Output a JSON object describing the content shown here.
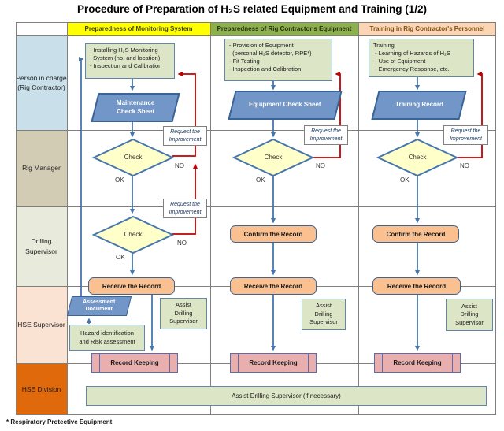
{
  "title": "Procedure of Preparation of H₂S related Equipment and Training (1/2)",
  "footnote": "* Respiratory Protective Equipment",
  "headers": {
    "col1": "Preparedness of Monitoring System",
    "col2": "Preparedness of Rig Contractor's Equipment",
    "col3": "Training in Rig Contractor's Personnel"
  },
  "roles": {
    "r1": "Person in charge\n(Rig Contractor)",
    "r2": "Rig Manager",
    "r3": "Drilling Supervisor",
    "r4": "HSE Supervisor",
    "r5": "HSE Division"
  },
  "labels": {
    "check": "Check",
    "no": "NO",
    "ok": "OK",
    "request": "Request the\nImprovement",
    "receive": "Receive the Record",
    "confirm": "Confirm the Record",
    "record_keeping": "Record Keeping",
    "assist": "Assist\nDrilling\nSupervisor",
    "assist_wide": "Assist Drilling Supervisor (if necessary)"
  },
  "lanes": {
    "monitoring": {
      "task": "- Installing H₂S Monitoring\n  System (no. and location)\n- Inspection and Calibration",
      "doc": "Maintenance\nCheck Sheet",
      "assessment_doc": "Assessment\nDocument",
      "hazard": "Hazard identification\nand Risk assessment"
    },
    "equipment": {
      "task": "- Provision of Equipment\n  (personal H₂S detector, RPE*)\n- Fit Testing\n- Inspection and Calibration",
      "doc": "Equipment Check Sheet"
    },
    "training": {
      "task": "Training\n - Learning of Hazards of H₂S\n - Use of Equipment\n - Emergency Response, etc.",
      "doc": "Training Record"
    }
  },
  "colors": {
    "header_col1": "#FFFF00",
    "header_col2": "#8DB04E",
    "header_col3": "#FBD5B5",
    "role_r1": "#C9E0EB",
    "role_r2": "#D2CCB4",
    "role_r3": "#E8EBDC",
    "role_r4": "#FAE3D3",
    "role_r5": "#E0690B",
    "flow_blue": "#4576AE",
    "feedback_red": "#C00000",
    "task_green": "#DCE6C7",
    "doc_blue": "#7396C8",
    "decision_yellow": "#FFFFC9",
    "record_orange": "#FAC08F",
    "keeping_pink": "#E9AFAF"
  }
}
